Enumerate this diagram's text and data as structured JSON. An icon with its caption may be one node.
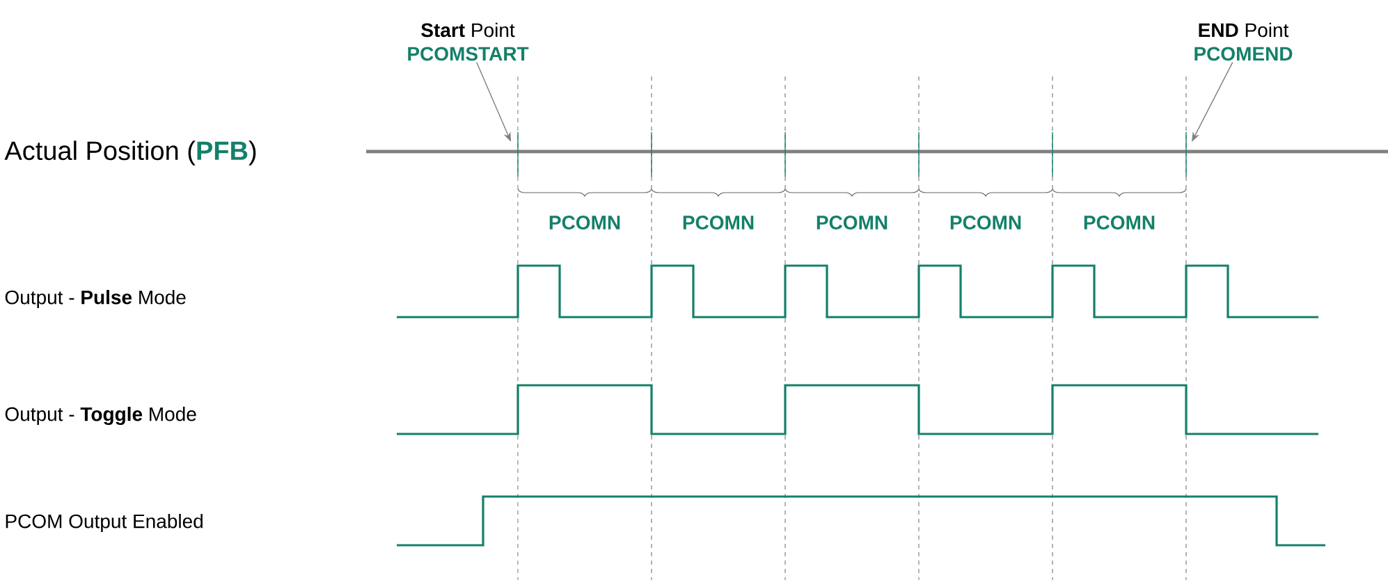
{
  "diagram": {
    "nodes": [
      {
        "text": [
          "**Start** Point",
          "PCOMSTART"
        ]
      },
      {
        "text": [
          "**END** Point",
          "PCOMEND"
        ]
      }
    ],
    "edges": [
      {
        "from": 0,
        "to": null,
        "arrow": "to"
      },
      {
        "from": 1,
        "to": null,
        "arrow": "to"
      }
    ],
    "labels": [
      "Actual Position (**PFB**)",
      "PCOMN",
      "PCOMN",
      "PCOMN",
      "PCOMN",
      "PCOMN",
      "Output - **Pulse** Mode",
      "Output - **Toggle**  Mode",
      "PCOM Output Enabled"
    ]
  }
}
